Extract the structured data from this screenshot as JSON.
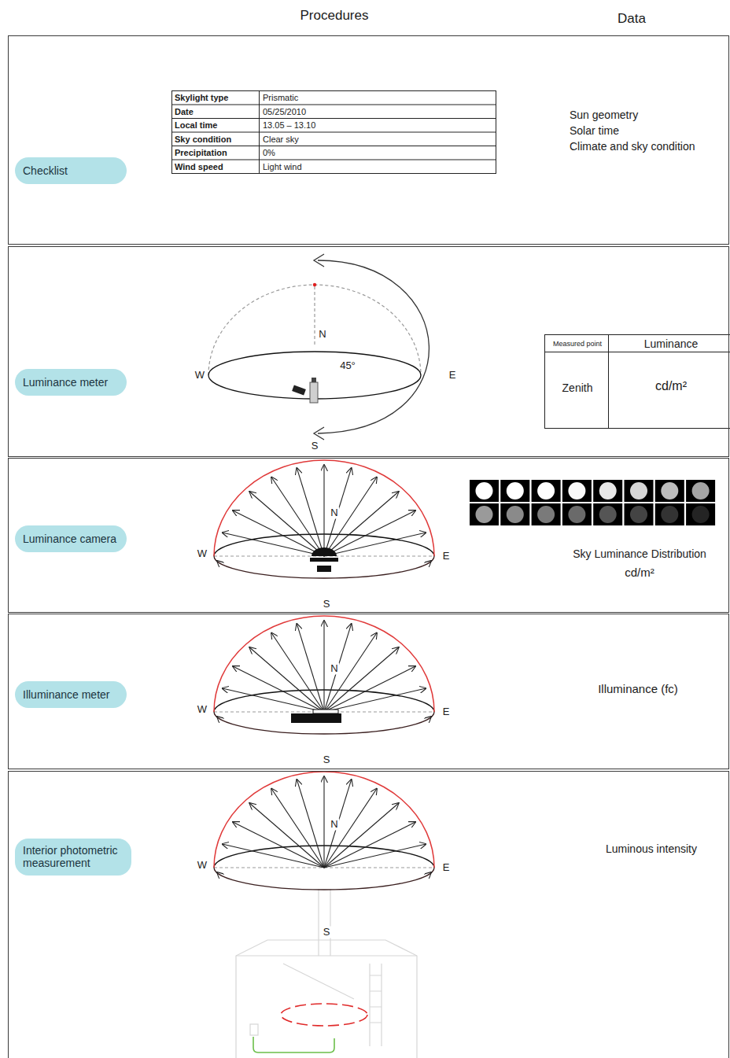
{
  "diagram": {
    "nodes": [
      {
        "text": [
          "Sun geometry",
          "Solar time",
          "Climate and sky condition"
        ]
      },
      {
        "text": [
          "Checklist"
        ],
        "in": 0
      },
      {
        "text": [
          "Measured point",
          "Luminance",
          "Zenith",
          "cd/m²"
        ]
      },
      {
        "text": [
          "Luminance meter"
        ],
        "in": 2
      },
      {
        "text": [
          "Sky Luminance Distribution",
          "cd/m²"
        ]
      },
      {
        "text": [
          "Luminance camera"
        ],
        "in": 4
      },
      {
        "text": [
          "Illuminance (fc)"
        ]
      },
      {
        "text": [
          "Illuminance meter"
        ],
        "in": 6
      },
      {
        "text": [
          "Luminous intensity"
        ]
      },
      {
        "text": [
          "Interior photometric measurement"
        ],
        "in": 8
      }
    ],
    "labels": [
      "Procedures",
      "Data",
      "Skylight type",
      "Prismatic",
      "Date",
      "05/25/2010",
      "Local time",
      "13.05 – 13.10",
      "Sky condition",
      "Clear sky",
      "Precipitation",
      "0%",
      "Wind speed",
      "Light wind",
      "N",
      "W",
      "45°",
      "E",
      "S",
      "N",
      "W",
      "E",
      "S",
      "N",
      "W",
      "E",
      "S",
      "N",
      "W",
      "E",
      "S"
    ]
  }
}
